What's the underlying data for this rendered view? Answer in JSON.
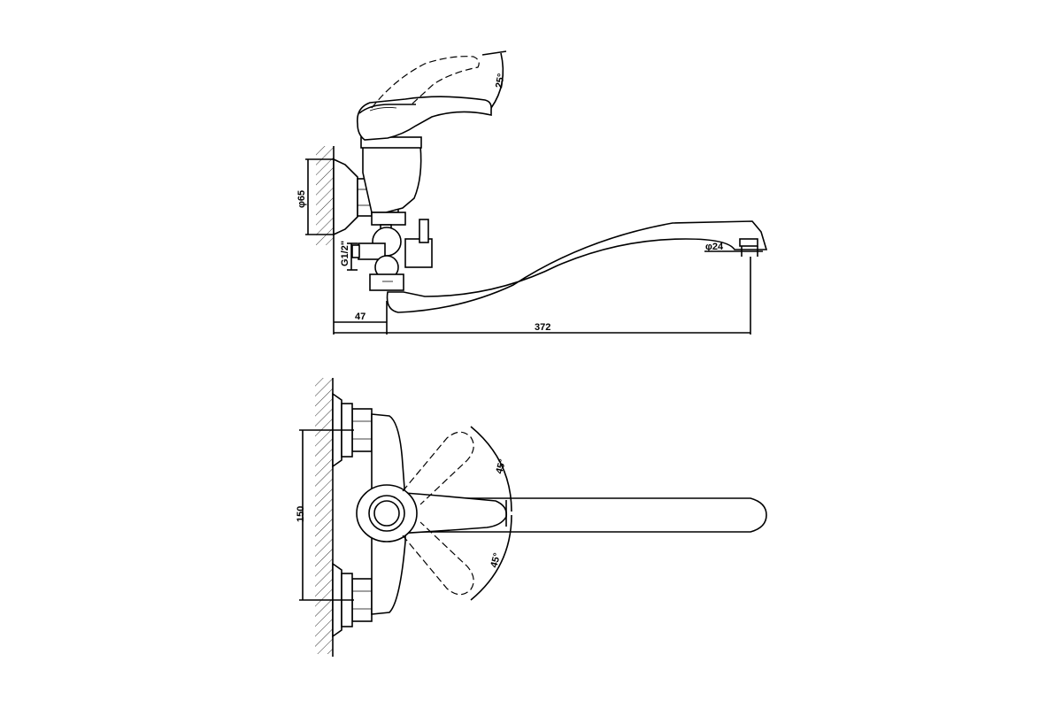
{
  "dimensions": {
    "angle_handle_tilt": "25°",
    "wall_flange_diameter": "φ65",
    "inlet_thread": "G1/2\"",
    "outlet_diameter": "φ24",
    "offset_from_wall": "47",
    "spout_reach": "372",
    "inlet_spacing": "150",
    "angle_upper_swing": "45°",
    "angle_lower_swing": "45°"
  }
}
